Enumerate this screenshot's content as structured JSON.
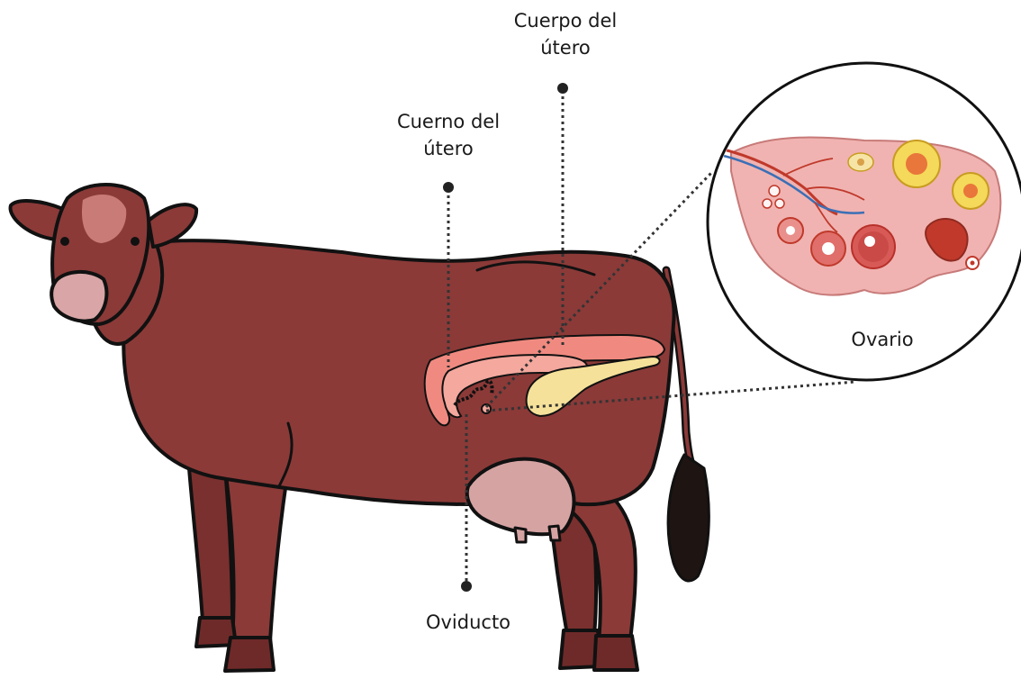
{
  "labels": {
    "uterus_body": {
      "line1": "Cuerpo del",
      "line2": "útero"
    },
    "uterine_horn": {
      "line1": "Cuerno del",
      "line2": "útero"
    },
    "oviduct": {
      "text": "Oviducto"
    },
    "ovary": {
      "text": "Ovario"
    }
  },
  "colors": {
    "cow_body": "#8b3a38",
    "cow_shadow": "#6e2a29",
    "outline": "#111111",
    "face_patch": "#c97b78",
    "muzzle": "#d9a5a6",
    "udder": "#d6a3a3",
    "uterus": "#f08a80",
    "bladder": "#f6e19a",
    "ovary_tissue": "#f0b3b1",
    "follicle_yellow": "#f4d95a",
    "background": "#ffffff"
  },
  "icons": {
    "cow": "cow-illustration",
    "ovary_zoom": "ovary-magnified-circle",
    "pointer": "leader-line-dot"
  }
}
